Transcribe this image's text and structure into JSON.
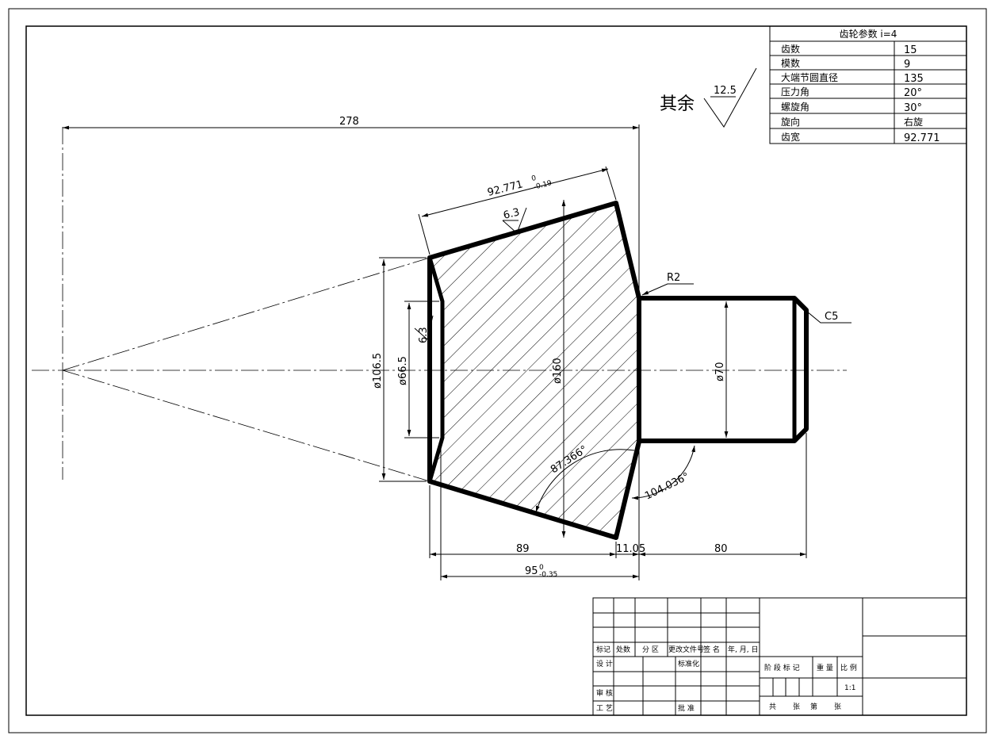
{
  "gear_params": {
    "title": "齿轮参数 i=4",
    "rows": [
      {
        "label": "齿数",
        "value": "15"
      },
      {
        "label": "模数",
        "value": "9"
      },
      {
        "label": "大端节圆直径",
        "value": "135"
      },
      {
        "label": "压力角",
        "value": "20°"
      },
      {
        "label": "螺旋角",
        "value": "30°"
      },
      {
        "label": "旋向",
        "value": "右旋"
      },
      {
        "label": "齿宽",
        "value": "92.771"
      }
    ]
  },
  "roughness": {
    "label": "其余",
    "value": "12.5"
  },
  "dimensions": {
    "overall_length": "278",
    "face_width": "92.771",
    "face_width_tol_upper": "0",
    "face_width_tol_lower": "-0.19",
    "rough_face": "6.3",
    "rough_bore": "6.3",
    "fillet": "R2",
    "chamfer": "C5",
    "dia_outer_small": "ø106.5",
    "dia_bore": "ø66.5",
    "dia_large": "ø160",
    "dia_shaft": "ø70",
    "angle_back": "87.366°",
    "angle_cone": "104.036°",
    "len_89": "89",
    "len_1_05": "11.05",
    "len_80": "80",
    "len_95": "95",
    "len_95_tol_upper": "0",
    "len_95_tol_lower": "-0.35"
  },
  "title_block": {
    "h_mark": "标记",
    "h_count": "处数",
    "h_zone": "分 区",
    "h_docno": "更改文件号",
    "h_sign": "签 名",
    "h_date": "年, 月, 日",
    "design": "设 计",
    "standardize": "标准化",
    "review": "审 核",
    "process": "工 艺",
    "approve": "批 准",
    "stage_mark": "阶 段 标 记",
    "weight": "重 量",
    "scale": "比 例",
    "scale_value": "1:1",
    "total": "共",
    "sheets": "张",
    "sheet_no": "第",
    "sheet_suffix": "张"
  }
}
